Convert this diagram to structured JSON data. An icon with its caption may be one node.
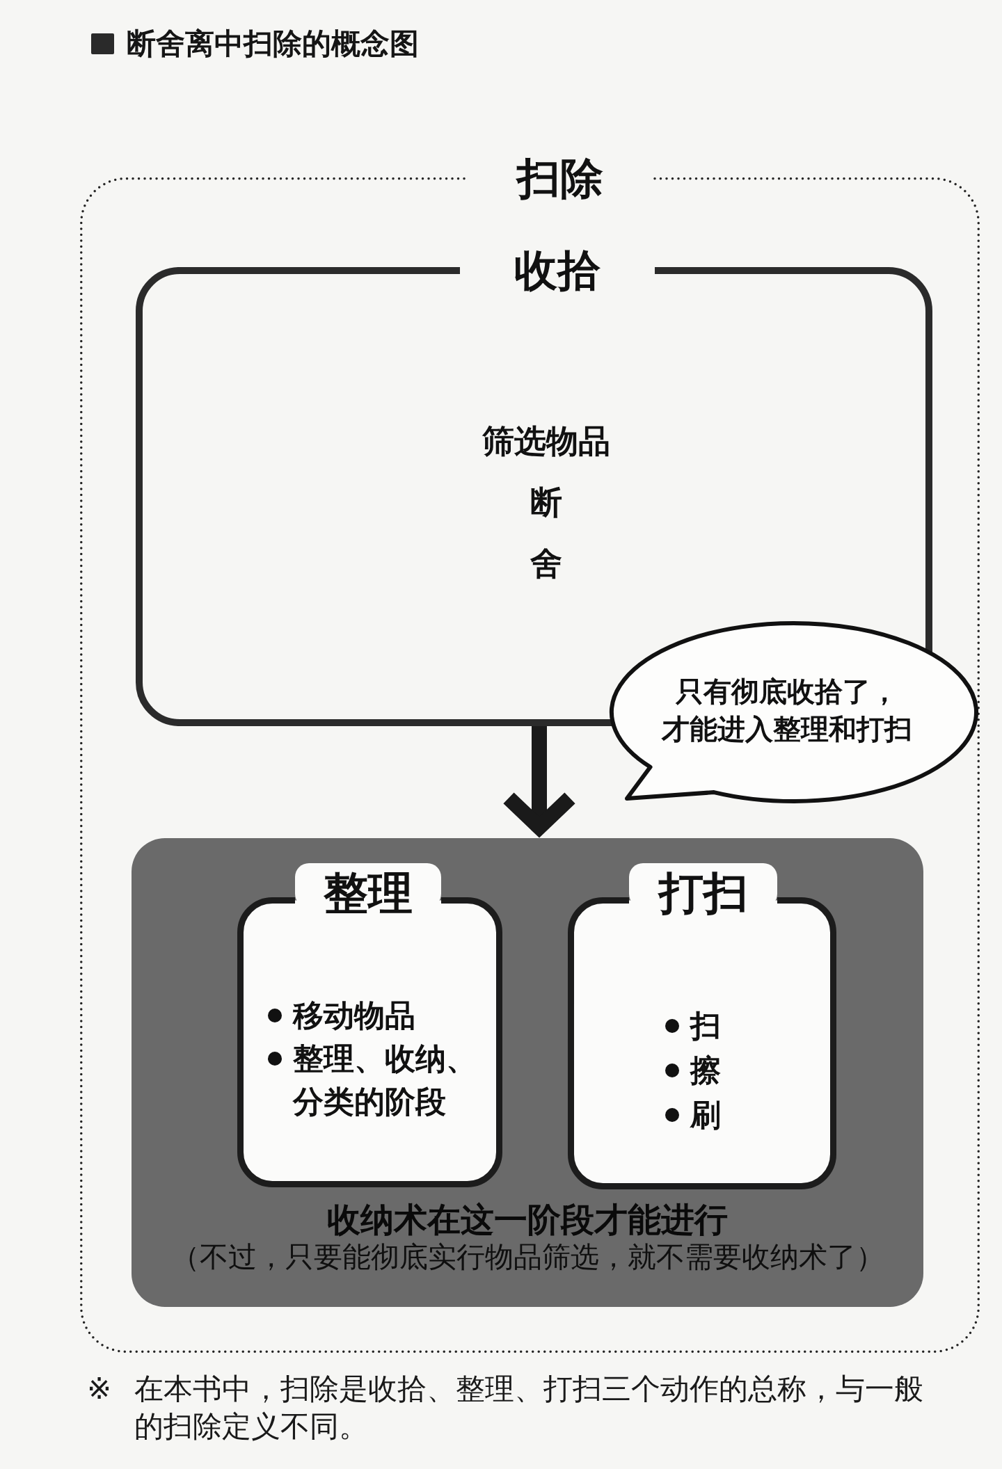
{
  "diagram": {
    "title": "断舍离中扫除的概念图",
    "nodes": [
      {
        "text": [
          "扫除"
        ]
      },
      {
        "text": [
          "收拾",
          "筛选物品",
          "断",
          "舍"
        ],
        "in": 0
      },
      {
        "text": [
          "只有彻底收拾了，才能进入整理和打扫"
        ],
        "in": 0
      },
      {
        "text": [
          "收纳术在这一阶段才能进行",
          "（不过，只要能彻底实行物品筛选，就不需要收纳术了）"
        ],
        "in": 0
      },
      {
        "text": [
          "整理",
          "移动物品",
          "整理、收纳、分类的阶段"
        ],
        "in": 3
      },
      {
        "text": [
          "打扫",
          "扫",
          "擦",
          "刷"
        ],
        "in": 3
      }
    ],
    "edges": [
      {
        "from": 1,
        "to": 3,
        "arrow": "to"
      }
    ],
    "labels": [
      "※"
    ],
    "caption": "在本书中，扫除是收拾、整理、打扫三个动作的总称，与一般的扫除定义不同。"
  }
}
